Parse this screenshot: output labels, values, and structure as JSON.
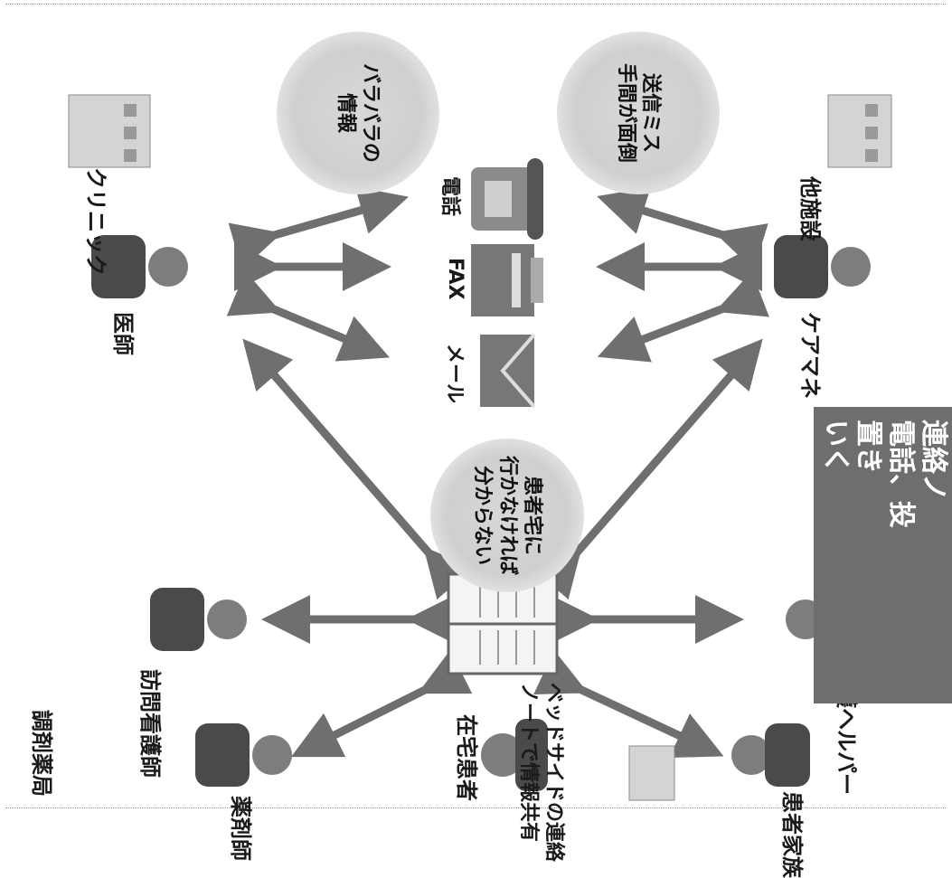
{
  "nodes": {
    "care_manager": "ケアマネ",
    "other_facility": "他施設",
    "doctor": "医師",
    "clinic": "クリニック",
    "visiting_nurse": "訪問看護師",
    "pharmacist": "薬剤師",
    "pharmacy": "調剤薬局",
    "home_patient": "在宅患者",
    "patient_family": "患者家族",
    "care_helper": "介護ヘルパー"
  },
  "channels": {
    "phone": "電話",
    "fax": "FAX",
    "mail": "メール"
  },
  "bubbles": {
    "scattered_info": [
      "バラバラの",
      "情報"
    ],
    "send_mistake": [
      "送信ミス",
      "手間が面倒"
    ],
    "must_visit": [
      "患者宅に",
      "行かなければ",
      "分からない"
    ]
  },
  "notebook_caption": [
    "ベッドサイドの連絡",
    "ノートで情報共有"
  ],
  "callout_partial": [
    "連絡ノ",
    "電話、投",
    "置き",
    "いく"
  ],
  "colors": {
    "arrow": "#6f6f6f",
    "callout_bg": "#6e6e6e",
    "bubble_bg": "#d2d2d2"
  },
  "icons": {
    "phone": "telephone-icon",
    "fax": "fax-machine-icon",
    "mail": "envelope-icon",
    "notebook": "open-notebook-icon"
  }
}
